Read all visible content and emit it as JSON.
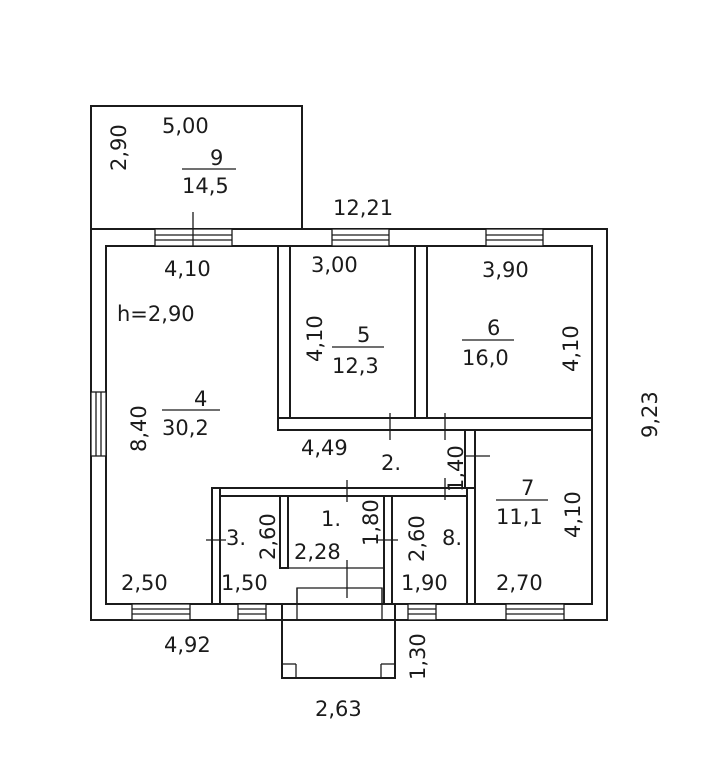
{
  "rooms": [
    {
      "id": "1",
      "number": "1.",
      "area": ""
    },
    {
      "id": "2",
      "number": "2.",
      "area": ""
    },
    {
      "id": "3",
      "number": "3.",
      "area": ""
    },
    {
      "id": "4",
      "number": "4",
      "area": "30,2"
    },
    {
      "id": "5",
      "number": "5",
      "area": "12,3"
    },
    {
      "id": "6",
      "number": "6",
      "area": "16,0"
    },
    {
      "id": "7",
      "number": "7",
      "area": "11,1"
    },
    {
      "id": "8",
      "number": "8.",
      "area": ""
    },
    {
      "id": "9",
      "number": "9",
      "area": "14,5"
    }
  ],
  "ceiling_height": "h=2,90",
  "dimensions": {
    "terrace_width": "5,00",
    "terrace_depth": "2,90",
    "overall_width": "12,21",
    "overall_depth": "9,23",
    "room4_width": "4,10",
    "room4_depth": "8,40",
    "room5_width": "3,00",
    "room5_depth": "4,10",
    "room6_width": "3,90",
    "room6_depth": "4,10",
    "hall_width": "4,49",
    "passage_width": "1,40",
    "room7_depth": "4,10",
    "room7_width": "2,70",
    "room3_depth": "2,60",
    "room1_depth": "1,80",
    "room8_depth": "2,60",
    "room4_bottom": "2,50",
    "room3_width": "1,50",
    "room1_width": "2,28",
    "room8_width": "1,90",
    "front_width": "4,92",
    "porch_depth": "1,30",
    "porch_width": "2,63"
  }
}
